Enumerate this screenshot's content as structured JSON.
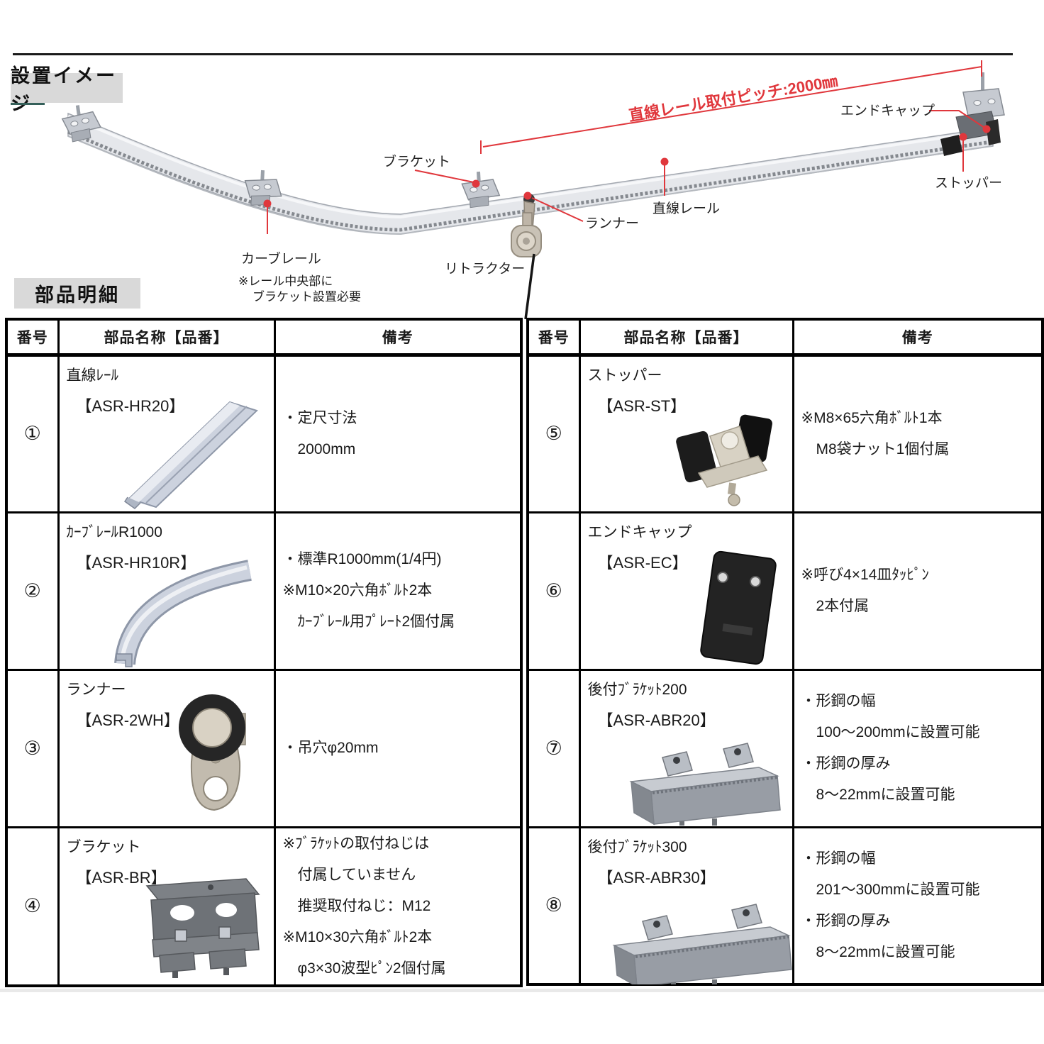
{
  "sections": {
    "install_image_title": "設置イメージ",
    "parts_list_title": "部品明細"
  },
  "diagram": {
    "dimension_label": "直線レール取付ピッチ:2000㎜",
    "accent_color": "#e0373c",
    "labels": {
      "bracket": "ブラケット",
      "end_cap": "エンドキャップ",
      "stopper": "ストッパー",
      "runner": "ランナー",
      "straight_rail": "直線レール",
      "curve_rail": "カーブレール",
      "curve_rail_note_line1": "※レール中央部に",
      "curve_rail_note_line2": "ブラケット設置必要",
      "retractor": "リトラクター"
    }
  },
  "parts_table": {
    "headers": {
      "no": "番号",
      "name": "部品名称【品番】",
      "notes": "備考"
    },
    "left_rows": [
      {
        "no": "①",
        "name": "直線ﾚｰﾙ",
        "code": "【ASR-HR20】",
        "image": "straight-rail",
        "notes": [
          "・定尺寸法",
          "　2000mm"
        ]
      },
      {
        "no": "②",
        "name": "ｶｰﾌﾞﾚｰﾙR1000",
        "code": "【ASR-HR10R】",
        "image": "curve-rail",
        "notes": [
          "・標準R1000mm(1/4円)",
          "※M10×20六角ﾎﾞﾙﾄ2本",
          "　ｶｰﾌﾞﾚｰﾙ用ﾌﾟﾚｰﾄ2個付属"
        ]
      },
      {
        "no": "③",
        "name": "ランナー",
        "code": "【ASR-2WH】",
        "image": "runner",
        "notes": [
          "・吊穴φ20mm"
        ]
      },
      {
        "no": "④",
        "name": "ブラケット",
        "code": "【ASR-BR】",
        "image": "bracket",
        "notes": [
          "※ﾌﾞﾗｹｯﾄの取付ねじは",
          "　付属していません",
          "　推奨取付ねじ：M12",
          "※M10×30六角ﾎﾞﾙﾄ2本",
          "　φ3×30波型ﾋﾟﾝ2個付属"
        ]
      }
    ],
    "right_rows": [
      {
        "no": "⑤",
        "name": "ストッパー",
        "code": "【ASR-ST】",
        "image": "stopper",
        "notes": [
          "※M8×65六角ﾎﾞﾙﾄ1本",
          "　M8袋ナット1個付属"
        ]
      },
      {
        "no": "⑥",
        "name": "エンドキャップ",
        "code": "【ASR-EC】",
        "image": "end-cap",
        "notes": [
          "※呼び4×14皿ﾀｯﾋﾟﾝ",
          "　2本付属"
        ]
      },
      {
        "no": "⑦",
        "name": "後付ﾌﾞﾗｹｯﾄ200",
        "code": "【ASR-ABR20】",
        "image": "bracket-200",
        "notes": [
          "・形鋼の幅",
          "　100～200mmに設置可能",
          "・形鋼の厚み",
          "　8～22mmに設置可能"
        ]
      },
      {
        "no": "⑧",
        "name": "後付ﾌﾞﾗｹｯﾄ300",
        "code": "【ASR-ABR30】",
        "image": "bracket-300",
        "notes": [
          "・形鋼の幅",
          "　201～300mmに設置可能",
          "・形鋼の厚み",
          "　8～22mmに設置可能"
        ]
      }
    ]
  }
}
